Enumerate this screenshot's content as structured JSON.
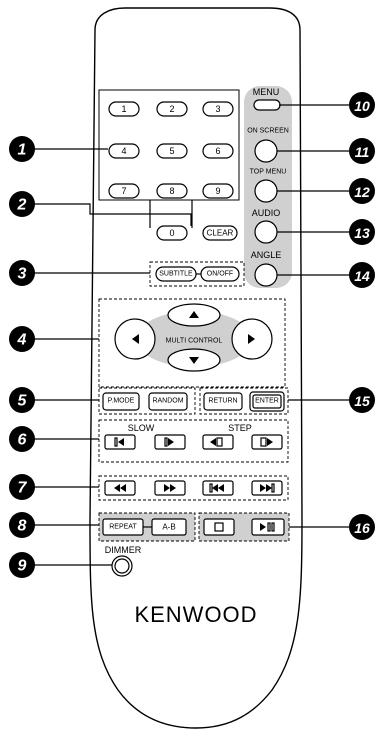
{
  "numpad": {
    "k1": "1",
    "k2": "2",
    "k3": "3",
    "k4": "4",
    "k5": "5",
    "k6": "6",
    "k7": "7",
    "k8": "8",
    "k9": "9",
    "k0": "0",
    "clear": "CLEAR"
  },
  "subtitle": {
    "subtitle": "SUBTITLE",
    "onoff": "ON/OFF"
  },
  "multi_control": {
    "label": "MULTI CONTROL"
  },
  "mode": {
    "pmode": "P.MODE",
    "random": "RANDOM"
  },
  "nav": {
    "return": "RETURN",
    "enter": "ENTER"
  },
  "slow_step": {
    "slow": "SLOW",
    "step": "STEP"
  },
  "repeat": {
    "repeat": "REPEAT",
    "ab": "A-B"
  },
  "dimmer": {
    "label": "DIMMER"
  },
  "right_panel": {
    "menu": "MENU",
    "on_screen": "ON SCREEN",
    "top_menu": "TOP MENU",
    "audio": "AUDIO",
    "angle": "ANGLE"
  },
  "brand": {
    "logo": "KENWOOD"
  },
  "callouts": {
    "c1": "1",
    "c2": "2",
    "c3": "3",
    "c4": "4",
    "c5": "5",
    "c6": "6",
    "c7": "7",
    "c8": "8",
    "c9": "9",
    "c10": "10",
    "c11": "11",
    "c12": "12",
    "c13": "13",
    "c14": "14",
    "c15": "15",
    "c16": "16"
  }
}
